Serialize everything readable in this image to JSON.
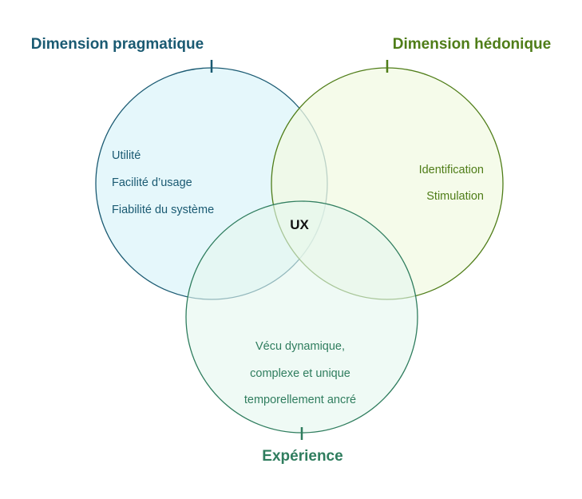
{
  "colors": {
    "pragmatic": "#1a5a72",
    "pragmatic_fill": "#e3f6fb",
    "hedonic": "#4f7d18",
    "hedonic_fill": "#f1f9e3",
    "experience": "#2f7d5e",
    "experience_fill": "#e4f7ee",
    "center_text": "#111111"
  },
  "pragmatic": {
    "title": "Dimension pragmatique",
    "items": [
      "Utilité",
      "Facilité d’usage",
      "Fiabilité du système"
    ]
  },
  "hedonic": {
    "title": "Dimension hédonique",
    "items": [
      "Identification",
      "Stimulation"
    ]
  },
  "experience": {
    "title": "Expérience",
    "items": [
      "Vécu dynamique,",
      "complexe et unique",
      "temporellement ancré"
    ]
  },
  "center": {
    "label": "UX"
  }
}
